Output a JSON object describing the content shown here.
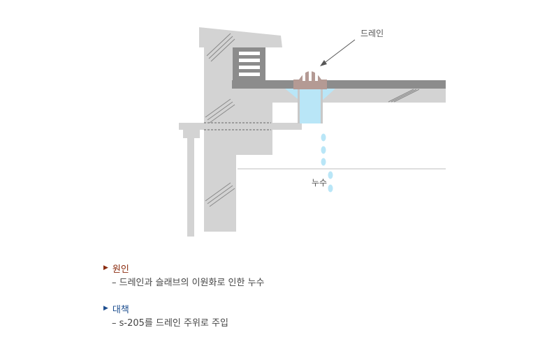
{
  "diagram": {
    "drain_label": "드레인",
    "leak_label": "누수"
  },
  "notes": {
    "cause": {
      "title": "원인",
      "text": "– 드레인과 슬래브의 이원화로 인한 누수",
      "color": "#8b2b0e"
    },
    "solution": {
      "title": "대책",
      "text": "– s-205를 드레인 주위로 주입",
      "color": "#1d4e8f"
    }
  },
  "colors": {
    "wall": "#d3d3d3",
    "slab": "#8c8c8c",
    "drain": "#b49a94",
    "water": "#b9e6f7"
  }
}
